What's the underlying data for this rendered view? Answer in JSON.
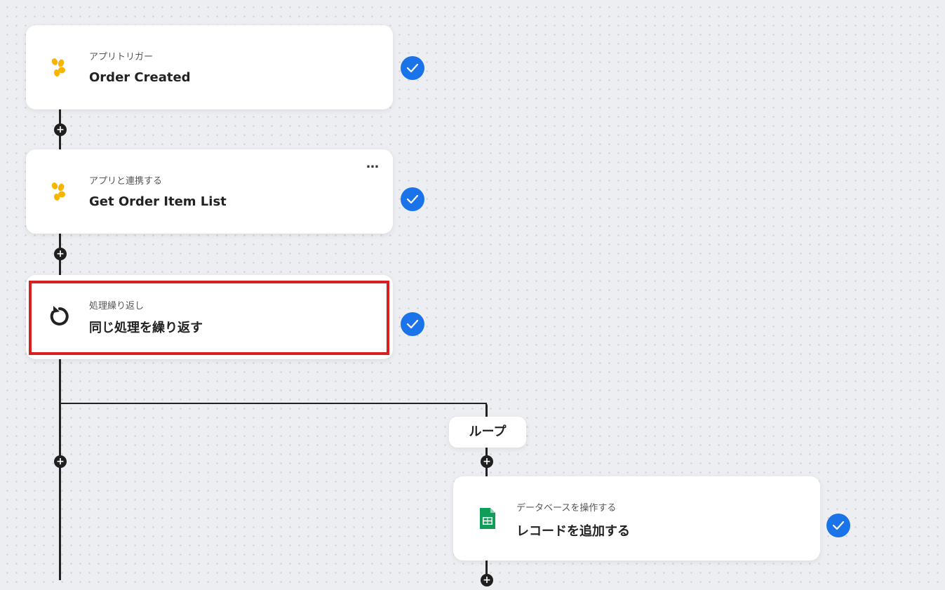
{
  "flow": {
    "steps": [
      {
        "subtitle": "アプリトリガー",
        "title": "Order Created",
        "icon": "yellow-petal-icon",
        "status": "completed"
      },
      {
        "subtitle": "アプリと連携する",
        "title": "Get Order Item List",
        "icon": "yellow-petal-icon",
        "status": "completed",
        "menu": "…"
      },
      {
        "subtitle": "処理繰り返し",
        "title": "同じ処理を繰り返す",
        "icon": "loop-icon",
        "status": "completed",
        "selected": true
      },
      {
        "subtitle": "データベースを操作する",
        "title": "レコードを追加する",
        "icon": "google-sheets-icon",
        "status": "completed"
      }
    ],
    "loop_label": "ループ",
    "add_symbol": "+"
  },
  "colors": {
    "check": "#1a73e8",
    "highlight": "#d72020",
    "petal": "#f7b500",
    "sheets": "#0f9d58",
    "connector": "#222222"
  }
}
